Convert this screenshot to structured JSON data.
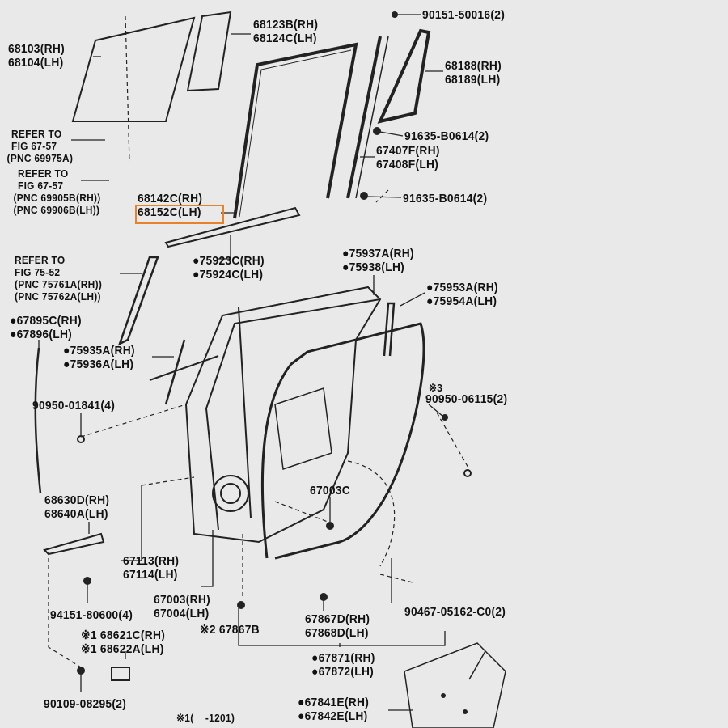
{
  "diagram_title": "",
  "highlight_color": "#e8822a",
  "labels": {
    "l68103": [
      "68103(RH)",
      "68104(LH)"
    ],
    "l68123": [
      "68123B(RH)",
      "68124C(LH)"
    ],
    "l90151": [
      "90151-50016(2)"
    ],
    "l68188": [
      "68188(RH)",
      "68189(LH)"
    ],
    "l91635a": [
      "91635-B0614(2)"
    ],
    "l67407": [
      "67407F(RH)",
      "67408F(LH)"
    ],
    "l91635b": [
      "91635-B0614(2)"
    ],
    "refer1": [
      "REFER TO",
      "FIG 67-57",
      "(PNC 69975A)"
    ],
    "refer2": [
      "REFER TO",
      "FIG 67-57",
      "(PNC 69905B(RH))",
      "(PNC 69906B(LH))"
    ],
    "l68142": [
      "68142C(RH)",
      "68152C(LH)"
    ],
    "l75923": [
      "●75923C(RH)",
      "●75924C(LH)"
    ],
    "refer3": [
      "REFER TO",
      "FIG 75-52",
      "(PNC 75761A(RH))",
      "(PNC 75762A(LH))"
    ],
    "l75937": [
      "●75937A(RH)",
      "●75938(LH)"
    ],
    "l75953": [
      "●75953A(RH)",
      "●75954A(LH)"
    ],
    "l67895": [
      "●67895C(RH)",
      "●67896(LH)"
    ],
    "l75935": [
      "●75935A(RH)",
      "●75936A(LH)"
    ],
    "l90950a": [
      "90950-01841(4)"
    ],
    "note3": [
      "※3"
    ],
    "l90950b": [
      "90950-06115(2)"
    ],
    "l67003c": [
      "67003C"
    ],
    "l68630": [
      "68630D(RH)",
      "68640A(LH)"
    ],
    "l67113": [
      "67113(RH)",
      "67114(LH)"
    ],
    "l94151": [
      "94151-80600(4)"
    ],
    "l67003": [
      "67003(RH)",
      "67004(LH)"
    ],
    "l68621": [
      "※1 68621C(RH)",
      "※1 68622A(LH)"
    ],
    "l67867b": [
      "※2 67867B"
    ],
    "l67867d": [
      "67867D(RH)",
      "67868D(LH)"
    ],
    "l90467": [
      "90467-05162-C0(2)"
    ],
    "l67871": [
      "●67871(RH)",
      "●67872(LH)"
    ],
    "l90109": [
      "90109-08295(2)"
    ],
    "footnote": [
      "※1(    -1201)"
    ],
    "l67841": [
      "●67841E(RH)",
      "●67842E(LH)"
    ]
  }
}
